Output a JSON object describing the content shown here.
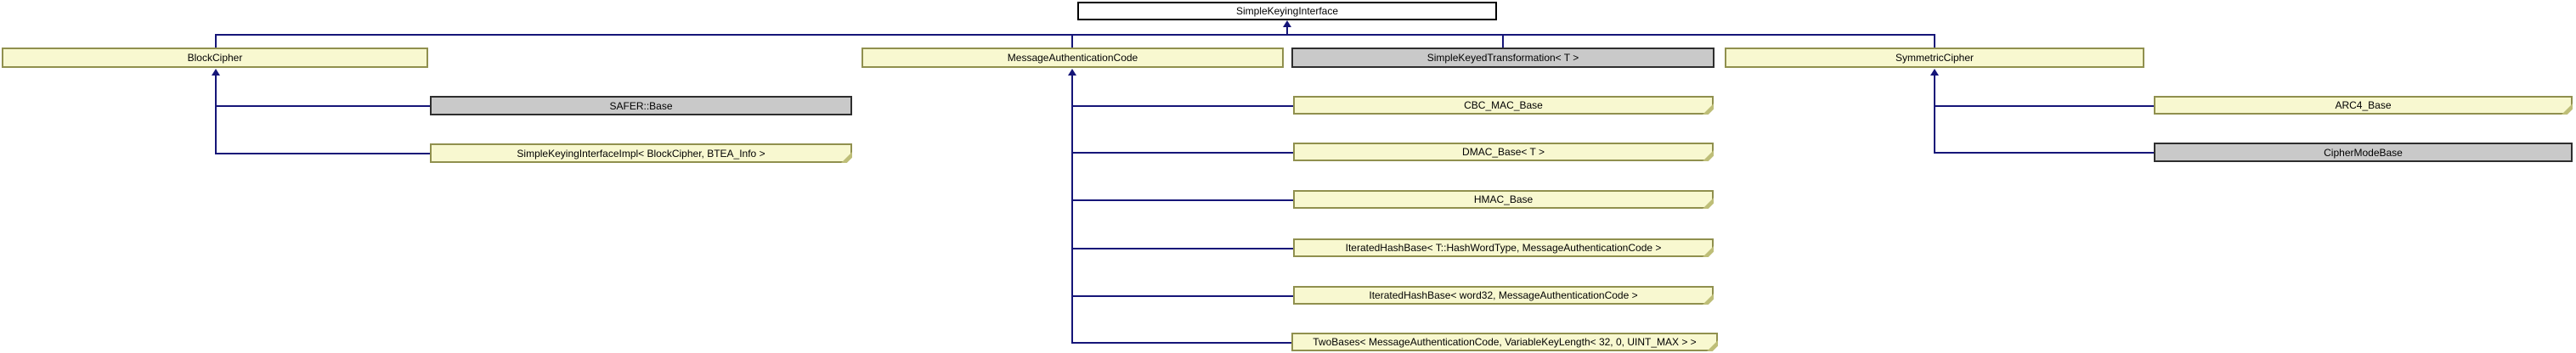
{
  "diagram_type": "class-inheritance-graph",
  "colors": {
    "edge": "#151578",
    "node_fill": "#F8F8D0",
    "node_border": "#90904E",
    "node_fold": "#BEBE78",
    "grey_fill": "#C9C9C9",
    "grey_border": "#2E2E2E",
    "root_fill": "#FFFFFF",
    "root_border": "#000000",
    "text": "#000000",
    "bg": "#FFFFFF"
  },
  "nodes": {
    "simple_keying_interface": {
      "label": "SimpleKeyingInterface",
      "kind": "root"
    },
    "block_cipher": {
      "label": "BlockCipher",
      "kind": "documented"
    },
    "message_authentication_code": {
      "label": "MessageAuthenticationCode",
      "kind": "documented"
    },
    "simple_keyed_transformation": {
      "label": "SimpleKeyedTransformation< T >",
      "kind": "undocumented"
    },
    "symmetric_cipher": {
      "label": "SymmetricCipher",
      "kind": "documented"
    },
    "safer_base": {
      "label": "SAFER::Base",
      "kind": "undocumented"
    },
    "simple_keying_interface_impl": {
      "label": "SimpleKeyingInterfaceImpl< BlockCipher, BTEA_Info >",
      "kind": "documented",
      "truncated": true
    },
    "cbc_mac_base": {
      "label": "CBC_MAC_Base",
      "kind": "documented",
      "truncated": true
    },
    "dmac_base": {
      "label": "DMAC_Base< T >",
      "kind": "documented",
      "truncated": true
    },
    "hmac_base": {
      "label": "HMAC_Base",
      "kind": "documented",
      "truncated": true
    },
    "iterated_hash_base_t": {
      "label": "IteratedHashBase< T::HashWordType, MessageAuthenticationCode >",
      "kind": "documented",
      "truncated": true
    },
    "iterated_hash_base_word32": {
      "label": "IteratedHashBase< word32, MessageAuthenticationCode >",
      "kind": "documented",
      "truncated": true
    },
    "two_bases": {
      "label": "TwoBases< MessageAuthenticationCode, VariableKeyLength< 32, 0, UINT_MAX > >",
      "kind": "documented",
      "truncated": true
    },
    "arc4_base": {
      "label": "ARC4_Base",
      "kind": "documented",
      "truncated": true
    },
    "cipher_mode_base": {
      "label": "CipherModeBase",
      "kind": "undocumented"
    }
  },
  "edges": [
    {
      "from": "BlockCipher",
      "to": "SimpleKeyingInterface"
    },
    {
      "from": "MessageAuthenticationCode",
      "to": "SimpleKeyingInterface"
    },
    {
      "from": "SimpleKeyedTransformation< T >",
      "to": "SimpleKeyingInterface"
    },
    {
      "from": "SymmetricCipher",
      "to": "SimpleKeyingInterface"
    },
    {
      "from": "SAFER::Base",
      "to": "BlockCipher"
    },
    {
      "from": "SimpleKeyingInterfaceImpl< BlockCipher, BTEA_Info >",
      "to": "BlockCipher"
    },
    {
      "from": "CBC_MAC_Base",
      "to": "MessageAuthenticationCode"
    },
    {
      "from": "DMAC_Base< T >",
      "to": "MessageAuthenticationCode"
    },
    {
      "from": "HMAC_Base",
      "to": "MessageAuthenticationCode"
    },
    {
      "from": "IteratedHashBase< T::HashWordType, MessageAuthenticationCode >",
      "to": "MessageAuthenticationCode"
    },
    {
      "from": "IteratedHashBase< word32, MessageAuthenticationCode >",
      "to": "MessageAuthenticationCode"
    },
    {
      "from": "TwoBases< MessageAuthenticationCode, VariableKeyLength< 32, 0, UINT_MAX > >",
      "to": "MessageAuthenticationCode"
    },
    {
      "from": "ARC4_Base",
      "to": "SymmetricCipher"
    },
    {
      "from": "CipherModeBase",
      "to": "SymmetricCipher"
    }
  ]
}
